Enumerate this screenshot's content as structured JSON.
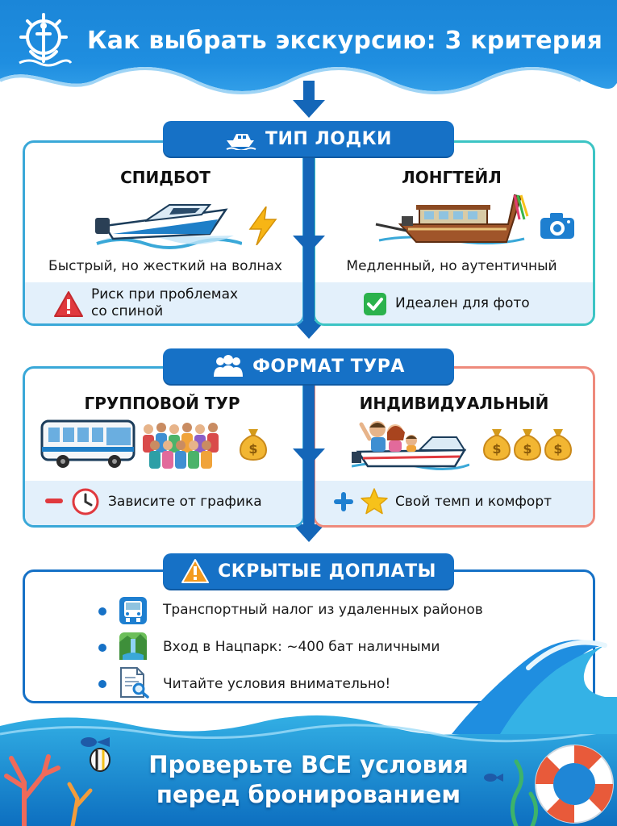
{
  "header": {
    "title": "Как выбрать экскурсию: 3 критерия",
    "logo_icon": "ship-wheel-anchor-icon"
  },
  "colors": {
    "primary_blue": "#1671c6",
    "teal": "#3cc4c4",
    "coral": "#ee8a7c",
    "warning_red": "#e0393e",
    "success_green": "#2bb24c",
    "band": "#e3f0fb"
  },
  "boat_type": {
    "label": "ТИП ЛОДКИ",
    "icon": "boat-icon",
    "speedboat": {
      "title": "СПИДБОТ",
      "description": "Быстрый, но жесткий на волнах",
      "note": "Риск при проблемах\nсо спиной",
      "note_icon": "warning-icon",
      "extra_icon": "lightning-icon"
    },
    "longtail": {
      "title": "ЛОНГТЕЙЛ",
      "description": "Медленный, но аутентичный",
      "note": "Идеален для фото",
      "note_icon": "check-icon",
      "extra_icon": "camera-icon"
    }
  },
  "tour_format": {
    "label": "ФОРМАТ ТУРА",
    "icon": "group-icon",
    "group": {
      "title": "ГРУППОВОЙ ТУР",
      "note": "Зависите от графика",
      "note_sign": "minus",
      "note_icon": "clock-icon",
      "price_level": 1
    },
    "private": {
      "title": "ИНДИВИДУАЛЬНЫЙ",
      "note": "Свой темп и комфорт",
      "note_sign": "plus",
      "note_icon": "star-icon",
      "price_level": 3
    }
  },
  "hidden_fees": {
    "label": "СКРЫТЫЕ ДОПЛАТЫ",
    "icon": "warning-icon",
    "items": [
      {
        "icon": "bus-icon",
        "text": "Транспортный налог из удаленных районов"
      },
      {
        "icon": "waterfall-park-icon",
        "text": "Вход в Нацпарк: ~400 бат наличными"
      },
      {
        "icon": "document-search-icon",
        "text": "Читайте условия внимательно!"
      }
    ]
  },
  "footer": {
    "line1": "Проверьте ВСЕ условия",
    "line2": "перед бронированием"
  }
}
